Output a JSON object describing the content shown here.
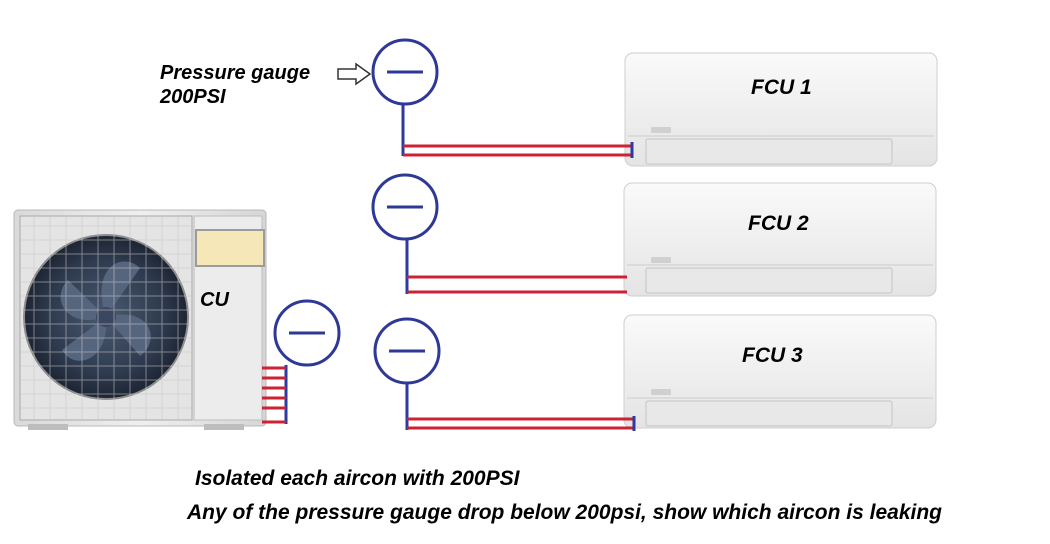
{
  "gauge_label": {
    "line1": "Pressure gauge",
    "line2": "200PSI"
  },
  "indoor_units": [
    {
      "label": "FCU 1"
    },
    {
      "label": "FCU 2"
    },
    {
      "label": "FCU 3"
    }
  ],
  "outdoor_unit": {
    "label": "CU"
  },
  "notes": {
    "line1": "Isolated each aircon with 200PSI",
    "line2": "Any of the pressure gauge drop below 200psi, show which aircon is leaking"
  },
  "colors": {
    "pipe_red": "#cc2233",
    "pipe_blue": "#2f3a9e",
    "gauge_ring": "#2e3896",
    "unit_body": "#f2f2f2",
    "cu_panel": "#f5e7b8"
  },
  "icons": [
    "pressure-gauge-icon",
    "arrow-right-outline-icon",
    "fan-icon"
  ]
}
